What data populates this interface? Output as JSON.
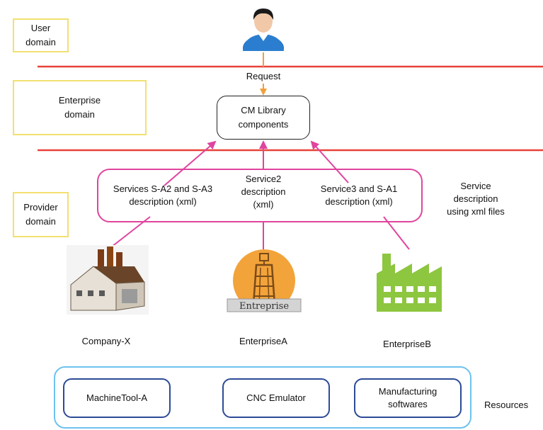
{
  "domains": {
    "user": "User\ndomain",
    "enterprise": "Enterprise\ndomain",
    "provider": "Provider\ndomain"
  },
  "request_label": "Request",
  "cm_library": "CM Library\ncomponents",
  "services": {
    "left": "Services S-A2 and S-A3\ndescription (xml)",
    "middle": "Service2\ndescription\n(xml)",
    "right": "Service3 and S-A1\ndescription (xml)"
  },
  "service_note": "Service\ndescription\nusing xml files",
  "companies": {
    "company_x": "Company-X",
    "enterprise_a": "EnterpriseA",
    "enterprise_b": "EnterpriseB",
    "enterprise_logo_text": "Entreprise"
  },
  "resources": {
    "machine_tool": "MachineTool-A",
    "cnc": "CNC Emulator",
    "manufacturing": "Manufacturing\nsoftwares",
    "label": "Resources"
  },
  "colors": {
    "separator": "#e8423a",
    "request_arrow": "#f0a03a",
    "service_arrows": "#e0449e",
    "resource_outer": "#6ec2ef",
    "resource_box": "#2c4a96"
  }
}
